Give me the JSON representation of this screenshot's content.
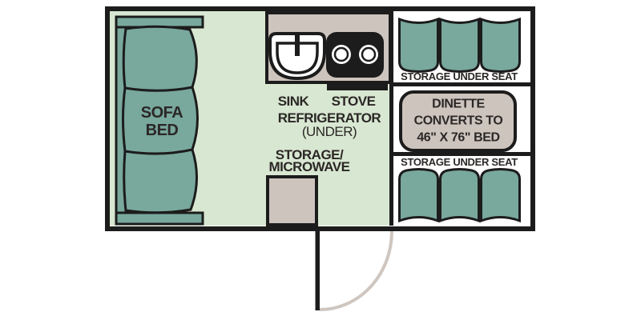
{
  "colors": {
    "ink": "#1c1c1c",
    "floor": "#d8e7d1",
    "cushion": "#79a89d",
    "surface": "#cdc4be",
    "door_arc": "#cfc6c0",
    "paper": "#ffffff",
    "text": "#2b2726"
  },
  "floorplan": {
    "labels": {
      "sofa_bed": "SOFA\nBED",
      "sink": "SINK",
      "stove": "STOVE",
      "refrigerator": "REFRIGERATOR",
      "refrigerator_under": "(UNDER)",
      "storage_microwave": "STORAGE/\nMICROWAVE",
      "storage_under_seat_top": "STORAGE UNDER SEAT",
      "dinette_converts": "DINETTE\nCONVERTS TO\n46\" X 76\" BED",
      "storage_under_seat_bottom": "STORAGE UNDER SEAT"
    }
  }
}
